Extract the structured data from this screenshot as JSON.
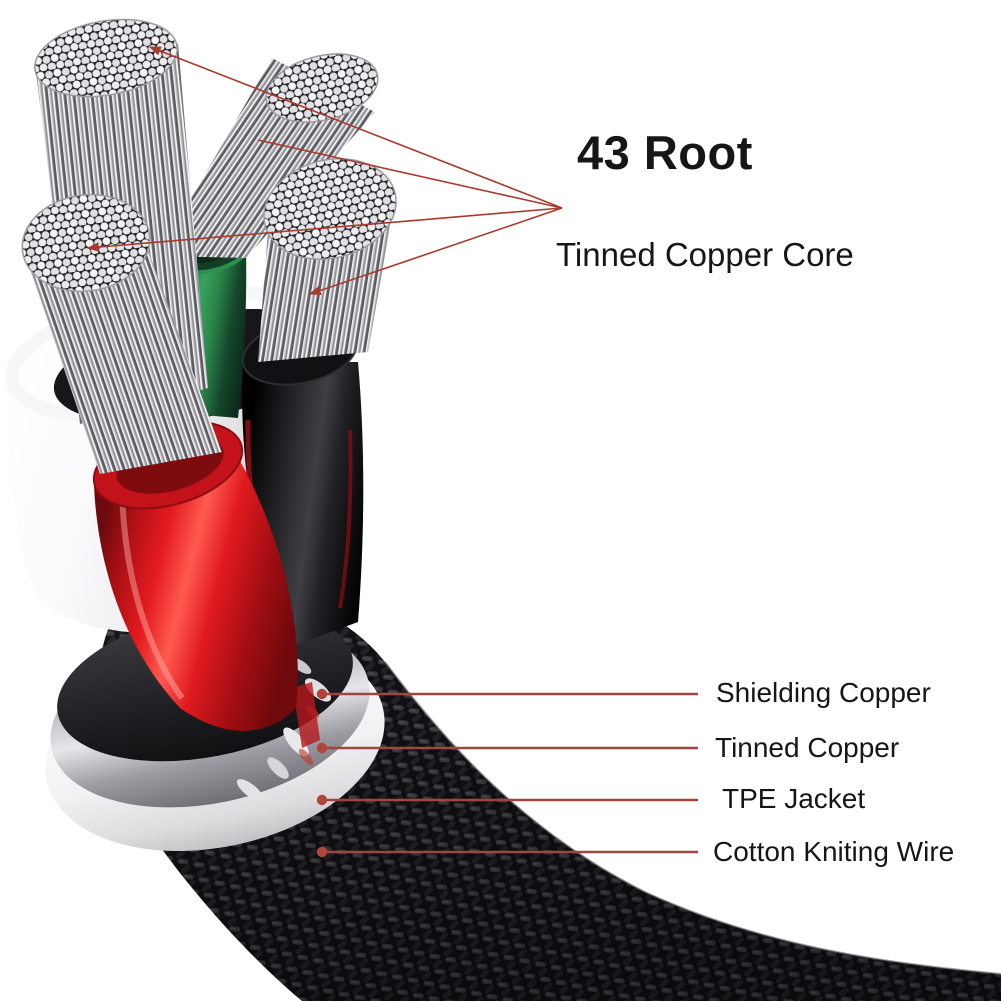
{
  "figure": {
    "heading": "43 Root",
    "subheading": "Tinned Copper Core",
    "callouts": [
      {
        "label": "Shielding Copper"
      },
      {
        "label": "Tinned Copper"
      },
      {
        "label": "TPE Jacket"
      },
      {
        "label": "Cotton Kniting Wire"
      }
    ]
  },
  "colors": {
    "background": "#ffffff",
    "text": "#161616",
    "pointer_line": "#a93a2e",
    "leader_line": "#a1463e",
    "leader_dot": "#b0453a",
    "red_wire": "#d8161c",
    "green_wire": "#2f8f4f",
    "black_wire": "#141416",
    "tinned_copper_strand": "#d6d6da",
    "shielding_copper_band": "#2a2a2e",
    "tinned_copper_band": "#c9c9cd",
    "tpe_jacket": "#f1f1f3",
    "cotton_braid": "#121214"
  }
}
